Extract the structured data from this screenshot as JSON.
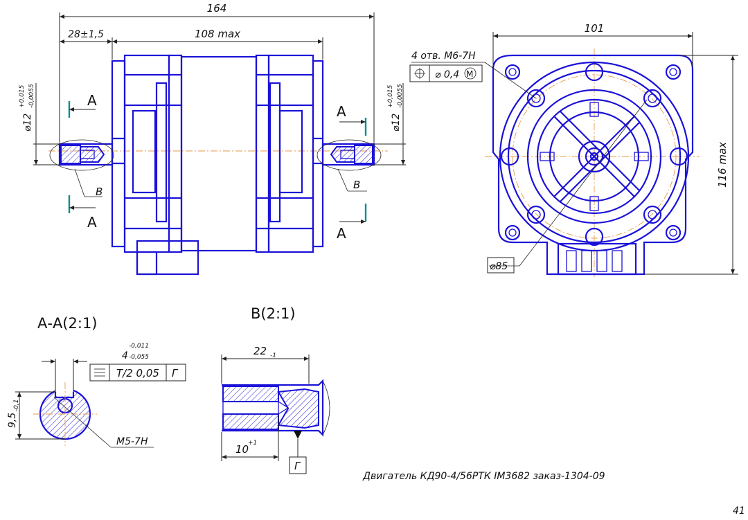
{
  "dimensions": {
    "overall_length": "164",
    "shaft_ext": "28±1,5",
    "body_length": "108 max",
    "shaft_dia": "⌀12",
    "shaft_tol_upper": "+0,015",
    "shaft_tol_lower": "-0,0055",
    "flange_width": "101",
    "height": "116 max",
    "bolt_circle": "⌀85",
    "holes_note": "4 отв. М6-7Н",
    "position_tol": "⌀ 0,4",
    "position_mod": "M",
    "key_width": "4",
    "key_tol_upper": "-0,011",
    "key_tol_lower": "-0,055",
    "sym_tol": "T/2 0,05",
    "datum": "Г",
    "key_depth": "9,5",
    "key_depth_tol": "-0,1",
    "thread_note": "М5-7Н",
    "shaft_len_b": "22",
    "shaft_len_b_tol": "-1",
    "thread_len": "10",
    "thread_len_tol": "+1"
  },
  "labels": {
    "section_a": "А",
    "detail_b": "В",
    "section_title": "А-А(2:1)",
    "detail_title": "В(2:1)",
    "datum_box": "Г",
    "caption": "Двигатель КД90-4/56РТК IM3682  заказ-1304-09",
    "page_number": "41"
  }
}
